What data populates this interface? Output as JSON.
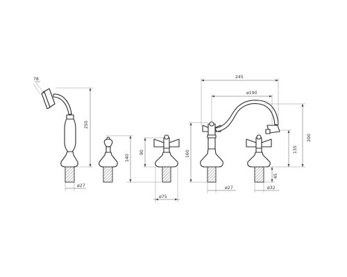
{
  "figure": {
    "type": "faucet set dimension drawing",
    "components": [
      "hand-shower",
      "diverter",
      "cross-handle-valve-left",
      "spout",
      "cross-handle-valve-right"
    ]
  },
  "dimensions": {
    "shower_head_angle": "78",
    "shower_height": "250",
    "diverter_height": "140",
    "valve_height": "90",
    "valve_base_diameter": "ø75",
    "spout_center_distance": "245",
    "spout_inner_distance": "ø190",
    "spout_total_height": "200",
    "spout_outlet_height": "135",
    "spout_body_height": "160",
    "spout_base_diameter": "ø27",
    "tail_diameter_left": "ø27",
    "tail_diameter_right": "ø32",
    "tail_length": "45"
  },
  "colors": {
    "line": "#2b2b2b",
    "dimension": "#555555",
    "background": "#ffffff"
  }
}
